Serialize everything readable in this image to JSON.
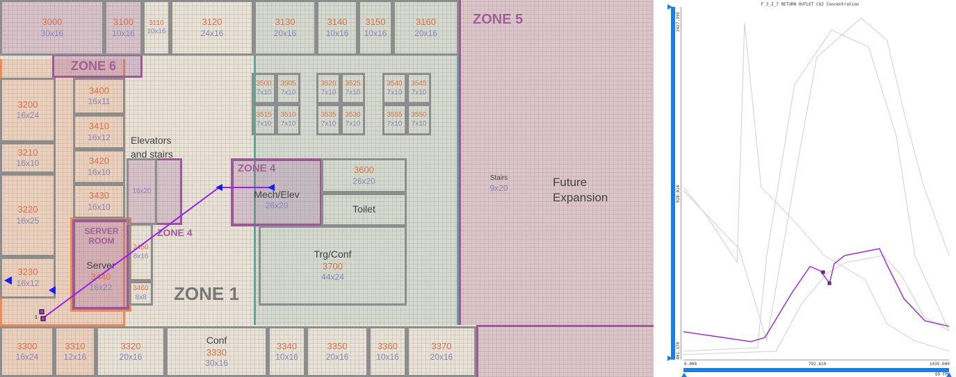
{
  "floorplan": {
    "zones": {
      "zone1": "ZONE 1",
      "zone4_main": "ZONE 4",
      "zone4_small": "ZONE 4",
      "zone5": "ZONE 5",
      "zone6": "ZONE 6"
    },
    "labels": {
      "elevators": "Elevators and stairs",
      "server_room": "SERVER ROOM",
      "future": "Future Expansion",
      "marker_index": "1"
    },
    "rooms": [
      {
        "num": "3000",
        "size": "30x16"
      },
      {
        "num": "3100",
        "size": "10x16"
      },
      {
        "num": "3110",
        "size": "10x16"
      },
      {
        "num": "3120",
        "size": "24x16"
      },
      {
        "num": "3130",
        "size": "20x16"
      },
      {
        "num": "3140",
        "size": "10x16"
      },
      {
        "num": "3150",
        "size": "10x16"
      },
      {
        "num": "3160",
        "size": "20x16"
      },
      {
        "num": "3200",
        "size": "16x24"
      },
      {
        "num": "3210",
        "size": "16x10"
      },
      {
        "num": "3220",
        "size": "16x25"
      },
      {
        "num": "3230",
        "size": "16x12"
      },
      {
        "num": "3400",
        "size": "16x11"
      },
      {
        "num": "3410",
        "size": "16x12"
      },
      {
        "num": "3420",
        "size": "16x10"
      },
      {
        "num": "3430",
        "size": "16x10"
      },
      {
        "num": "",
        "size": "16x20"
      },
      {
        "name": "Server",
        "num": "3440",
        "size": "16x22"
      },
      {
        "num": "3450",
        "size": "8x16"
      },
      {
        "num": "3460",
        "size": "8x8"
      },
      {
        "name": "Mech/Elev",
        "num": "",
        "size": "26x20"
      },
      {
        "num": "3600",
        "size": "26x20"
      },
      {
        "name": "Toilet",
        "num": "",
        "size": ""
      },
      {
        "name": "Trg/Conf",
        "num": "3700",
        "size": "44x24"
      },
      {
        "num": "3500",
        "size": "7x10"
      },
      {
        "num": "3505",
        "size": "7x10"
      },
      {
        "num": "3515",
        "size": "7x10"
      },
      {
        "num": "3510",
        "size": "7x10"
      },
      {
        "num": "3520",
        "size": "7x10"
      },
      {
        "num": "3525",
        "size": "7x10"
      },
      {
        "num": "3535",
        "size": "7x10"
      },
      {
        "num": "3530",
        "size": "7x10"
      },
      {
        "num": "3540",
        "size": "7x10"
      },
      {
        "num": "3545",
        "size": "7x10"
      },
      {
        "num": "3555",
        "size": "7x10"
      },
      {
        "num": "3550",
        "size": "7x10"
      },
      {
        "name": "Stairs",
        "num": "",
        "size": "9x20"
      },
      {
        "num": "3300",
        "size": "16x24"
      },
      {
        "num": "3310",
        "size": "12x16"
      },
      {
        "num": "3320",
        "size": "20x16"
      },
      {
        "name": "Conf",
        "num": "3330",
        "size": "30x16"
      },
      {
        "num": "3340",
        "size": "10x16"
      },
      {
        "num": "3350",
        "size": "20x16"
      },
      {
        "num": "3360",
        "size": "10x16"
      },
      {
        "num": "3370",
        "size": "20x16"
      }
    ]
  },
  "chart_data": {
    "type": "line",
    "title": "F_3_Z_7 RETURN OUTLET CO2 Concentration",
    "xlim": [
      0,
      1435
    ],
    "ylim": [
      401.37,
      1427.395
    ],
    "x_ticks": [
      "0.000",
      "792.610",
      "1435.000"
    ],
    "y_ticks": [
      "401.370",
      "928.014",
      "1427.395"
    ],
    "fps": "69 FPS",
    "series": [
      {
        "name": "selected",
        "color": "#9b1fe8",
        "x": [
          0,
          364,
          440,
          590,
          684,
          740,
          789,
          815,
          871,
          1059,
          1097,
          1191,
          1304,
          1435
        ],
        "y": [
          477,
          448,
          460,
          594,
          668,
          655,
          619,
          676,
          700,
          720,
          676,
          574,
          509,
          493
        ]
      },
      {
        "name": "other-1",
        "color": "#cfcfcf",
        "x": [
          0,
          300,
          450,
          620,
          720,
          960,
          1100,
          1200,
          1300,
          1435
        ],
        "y": [
          890,
          720,
          450,
          980,
          1280,
          1395,
          1330,
          1100,
          900,
          700
        ]
      },
      {
        "name": "other-2",
        "color": "#cfcfcf",
        "x": [
          0,
          120,
          290,
          330,
          420,
          600,
          760,
          980,
          1100,
          1250,
          1435
        ],
        "y": [
          900,
          820,
          680,
          1380,
          900,
          800,
          700,
          630,
          500,
          450,
          420
        ]
      },
      {
        "name": "other-3",
        "color": "#cfcfcf",
        "x": [
          0,
          400,
          450,
          600,
          800,
          1000,
          1150,
          1250,
          1435
        ],
        "y": [
          420,
          430,
          700,
          1200,
          1360,
          1310,
          1050,
          700,
          480
        ]
      },
      {
        "name": "other-4",
        "color": "#cfcfcf",
        "x": [
          0,
          500,
          640,
          780,
          880,
          1080,
          1180,
          1300,
          1435
        ],
        "y": [
          410,
          420,
          560,
          650,
          680,
          700,
          640,
          520,
          480
        ]
      }
    ]
  }
}
